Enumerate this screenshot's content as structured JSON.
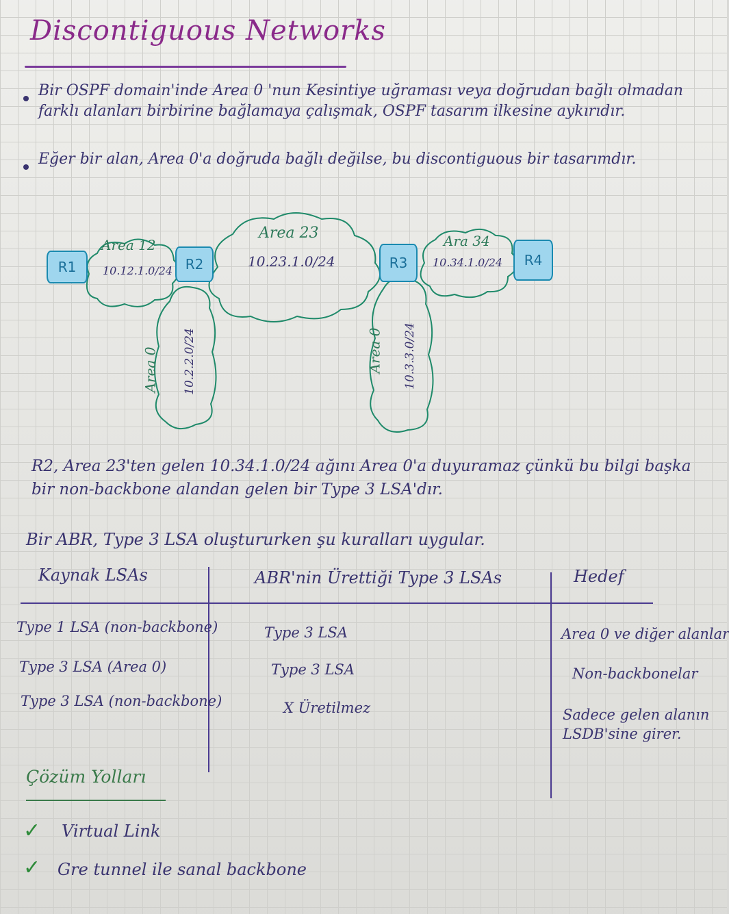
{
  "title": "Discontiguous Networks",
  "bullets": [
    "Bir OSPF domain'inde Area 0 'nun Kesintiye uğraması veya doğrudan bağlı olmadan farklı alanları birbirine bağlamaya çalışmak, OSPF tasarım ilkesine aykırıdır.",
    "Eğer bir alan, Area 0'a doğruda bağlı değilse, bu discontiguous bir tasarımdır."
  ],
  "diagram": {
    "routers": [
      "R1",
      "R2",
      "R3",
      "R4"
    ],
    "clouds": [
      {
        "area": "Area 12",
        "network": "10.12.1.0/24"
      },
      {
        "area": "Area 23",
        "network": "10.23.1.0/24"
      },
      {
        "area": "Ara 34",
        "network": "10.34.1.0/24"
      },
      {
        "area": "Area 0",
        "network": "10.2.2.0/24"
      },
      {
        "area": "Area 0",
        "network": "10.3.3.0/24"
      }
    ]
  },
  "note": "R2, Area 23'ten gelen 10.34.1.0/24 ağını Area 0'a duyuramaz çünkü bu bilgi başka bir non-backbone alandan gelen bir Type 3 LSA'dır.",
  "abr_rule": "Bir ABR, Type 3 LSA oluştururken şu kuralları uygular.",
  "table": {
    "headers": [
      "Kaynak LSAs",
      "ABR'nin Ürettiği Type 3 LSAs",
      "Hedef"
    ],
    "rows": [
      [
        "Type 1 LSA (non-backbone)",
        "Type 3 LSA",
        "Area 0 ve diğer alanlar"
      ],
      [
        "Type 3 LSA (Area 0)",
        "Type 3 LSA",
        "Non-backbonelar"
      ],
      [
        "Type 3 LSA (non-backbone)",
        "X Üretilmez",
        "Sadece gelen alanın LSDB'sine girer."
      ]
    ]
  },
  "solutions_title": "Çözüm Yolları",
  "solutions": [
    "Virtual Link",
    "Gre tunnel ile sanal backbone"
  ],
  "colors": {
    "title": "#8a2a8a",
    "ink": "#3a3470",
    "cloud": "#1f8a6a",
    "router": "#1a8ab0",
    "check": "#2e8b3a"
  }
}
